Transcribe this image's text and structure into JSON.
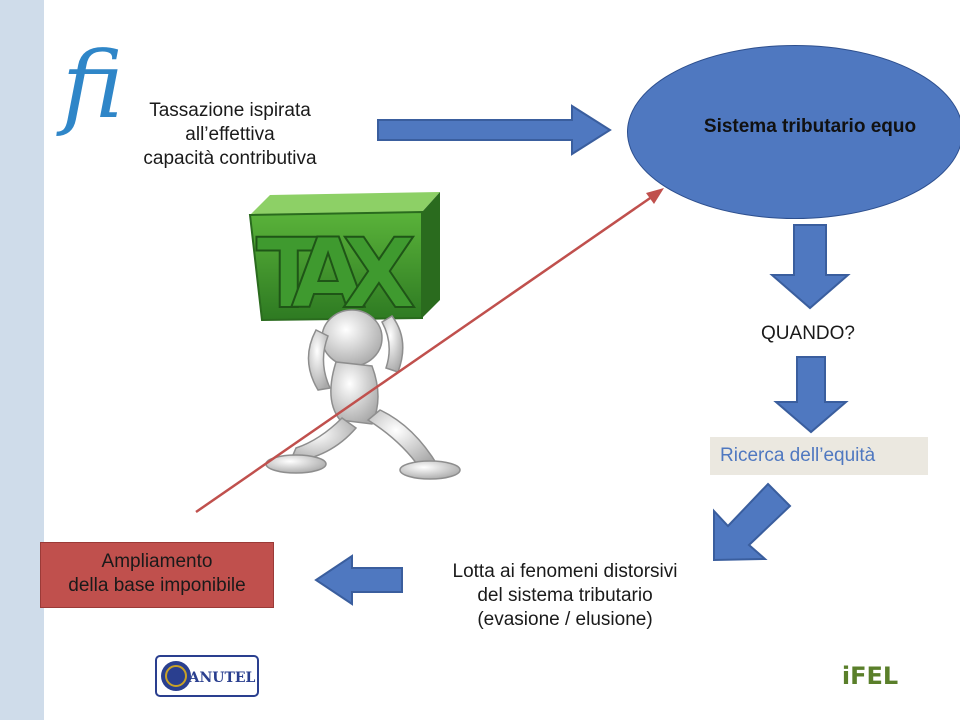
{
  "brand": {
    "mark": "fi",
    "bottom_left_logo": "ANUTEL",
    "bottom_right_logo": "iFEL"
  },
  "taxation": {
    "lines": [
      "Tassazione ispirata",
      "all’effettiva",
      "capacità contributiva"
    ]
  },
  "ellipse": {
    "label": "Sistema tributario equo"
  },
  "when": {
    "label": "QUANDO?"
  },
  "equity": {
    "label": "Ricerca dell’equità"
  },
  "fight": {
    "lines": [
      "Lotta ai fenomeni distorsivi",
      "del sistema tributario",
      "(evasione / elusione)"
    ]
  },
  "broaden": {
    "lines": [
      "Ampliamento",
      "della base imponibile"
    ]
  },
  "illustration": {
    "word": "TAX"
  },
  "colors": {
    "arrow_fill": "#4f78c0",
    "arrow_stroke": "#3a5e9e",
    "ellipse": "#4f78c0",
    "broaden_box": "#c0504d",
    "equity_text": "#4f78c0",
    "red_line": "#c0504d",
    "tax_green": "#3f9a2f",
    "brand_blue": "#2f86c8",
    "sidebar": "#cfdcea"
  }
}
